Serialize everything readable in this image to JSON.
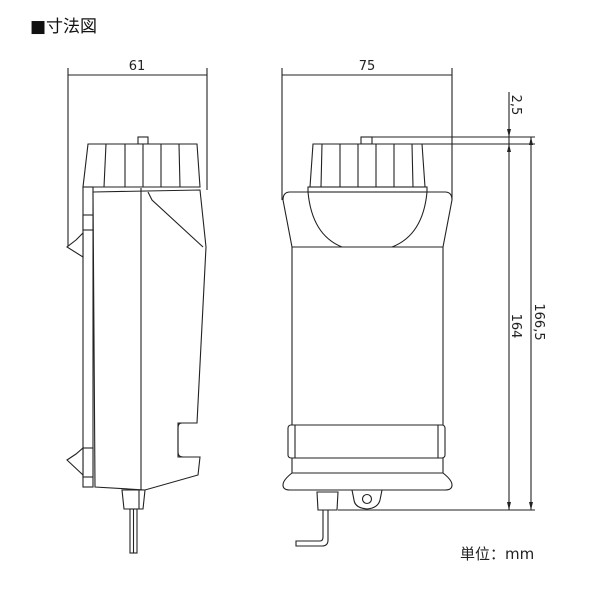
{
  "title": "■寸法図",
  "unit_label": "単位：mm",
  "dimensions": {
    "side_width": "61",
    "front_width": "75",
    "knob_height": "2,5",
    "body_height": "164",
    "total_height": "166,5"
  }
}
